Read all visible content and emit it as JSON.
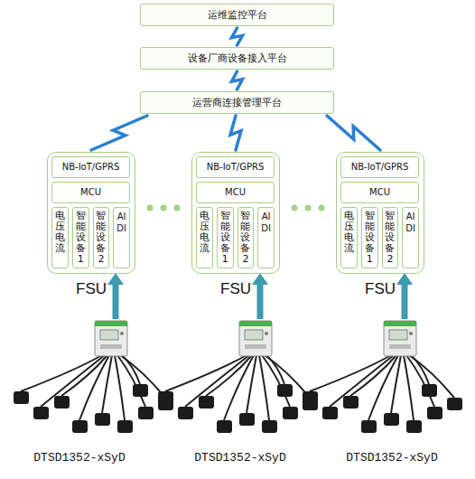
{
  "diagram": {
    "nodes": [
      {
        "text": [
          "运维监控平台"
        ]
      },
      {
        "text": [
          "设备厂商设备接入平台"
        ]
      },
      {
        "text": [
          "运营商连接管理平台"
        ]
      },
      {
        "text": [
          "FSU"
        ]
      },
      {
        "text": [
          "NB-IoT/GPRS"
        ],
        "in": 3
      },
      {
        "text": [
          "MCU"
        ],
        "in": 3
      },
      {
        "text": [
          "电压电流"
        ],
        "in": 3
      },
      {
        "text": [
          "智能设备1"
        ],
        "in": 3
      },
      {
        "text": [
          "智能设备2"
        ],
        "in": 3
      },
      {
        "text": [
          "AI DI"
        ],
        "in": 3
      },
      {
        "text": [
          "FSU"
        ]
      },
      {
        "text": [
          "NB-IoT/GPRS"
        ],
        "in": 10
      },
      {
        "text": [
          "MCU"
        ],
        "in": 10
      },
      {
        "text": [
          "电压电流"
        ],
        "in": 10
      },
      {
        "text": [
          "智能设备1"
        ],
        "in": 10
      },
      {
        "text": [
          "智能设备2"
        ],
        "in": 10
      },
      {
        "text": [
          "AI DI"
        ],
        "in": 10
      },
      {
        "text": [
          "FSU"
        ]
      },
      {
        "text": [
          "NB-IoT/GPRS"
        ],
        "in": 17
      },
      {
        "text": [
          "MCU"
        ],
        "in": 17
      },
      {
        "text": [
          "电压电流"
        ],
        "in": 17
      },
      {
        "text": [
          "智能设备1"
        ],
        "in": 17
      },
      {
        "text": [
          "智能设备2"
        ],
        "in": 17
      },
      {
        "text": [
          "AI DI"
        ],
        "in": 17
      }
    ],
    "edges": [
      {
        "from": 0,
        "to": 1,
        "arrow": "none"
      },
      {
        "from": 1,
        "to": 2,
        "arrow": "none"
      },
      {
        "from": 2,
        "to": 3,
        "arrow": "none"
      },
      {
        "from": 2,
        "to": 10,
        "arrow": "none"
      },
      {
        "from": 2,
        "to": 17,
        "arrow": "none"
      }
    ],
    "labels": [
      "DTSD1352-xSyD",
      "DTSD1352-xSyD",
      "DTSD1352-xSyD"
    ]
  }
}
